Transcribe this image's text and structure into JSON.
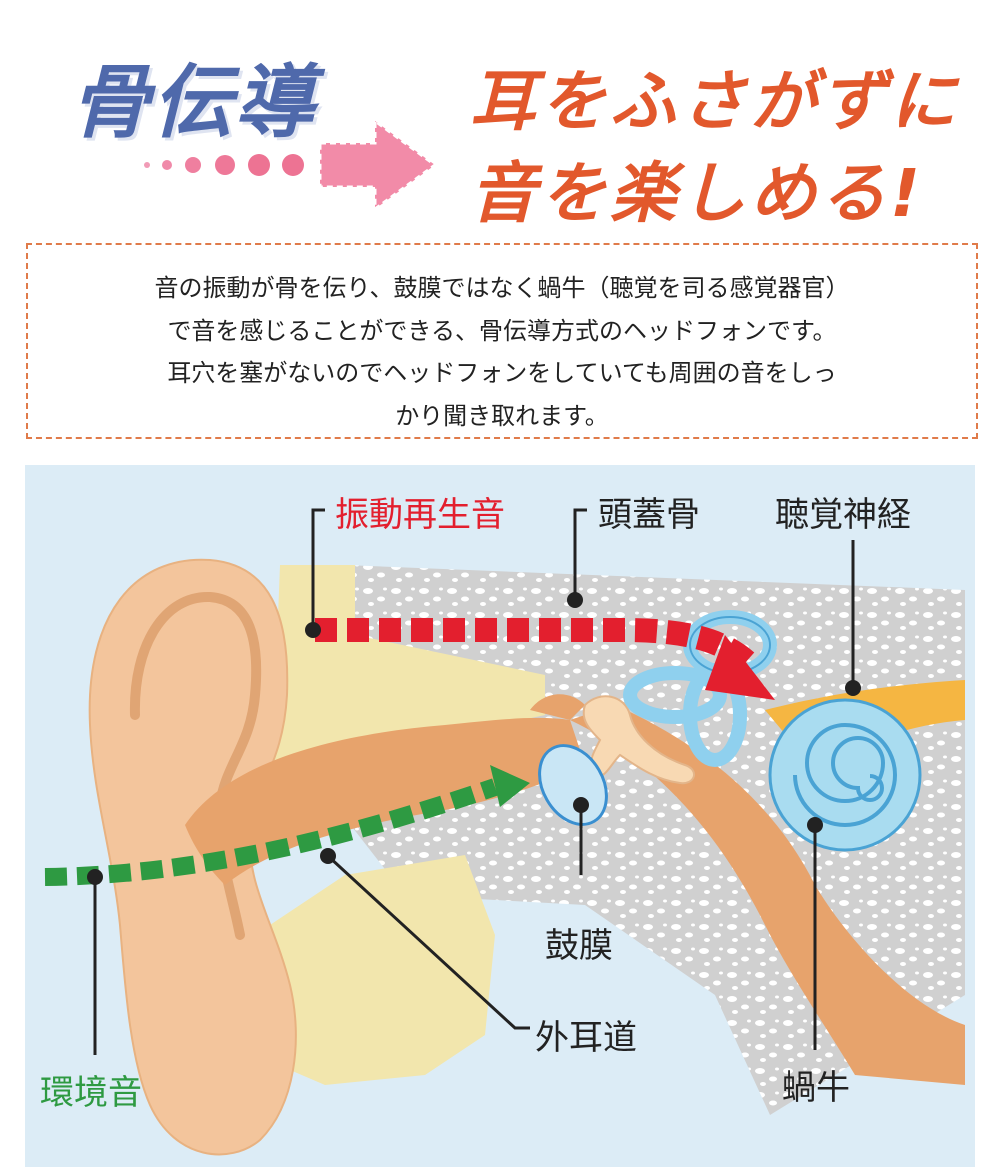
{
  "header": {
    "title_left": "骨伝導",
    "title_right_line1": "耳をふさがずに",
    "title_right_line2": "音を楽しめる!"
  },
  "description": {
    "lines": [
      "音の振動が骨を伝り、鼓膜ではなく蝸牛（聴覚を司る感覚器官）",
      "で音を感じることができる、骨伝導方式のヘッドフォンです。",
      "耳穴を塞がないのでヘッドフォンをしていても周囲の音をしっ",
      "かり聞き取れます。"
    ]
  },
  "diagram": {
    "labels": {
      "vibration_sound": "振動再生音",
      "skull": "頭蓋骨",
      "auditory_nerve": "聴覚神経",
      "eardrum": "鼓膜",
      "ear_canal": "外耳道",
      "ambient_sound": "環境音",
      "cochlea": "蝸牛"
    },
    "colors": {
      "vibration_arrow": "#e31f2e",
      "ambient_arrow": "#2e9a42",
      "background": "#dcecf6",
      "skin": "#f3c59c",
      "cochlea": "#a9dcf0"
    }
  },
  "colors": {
    "title_left": "#4f69ab",
    "title_right": "#e2582c",
    "desc_border": "#e07b4a"
  }
}
